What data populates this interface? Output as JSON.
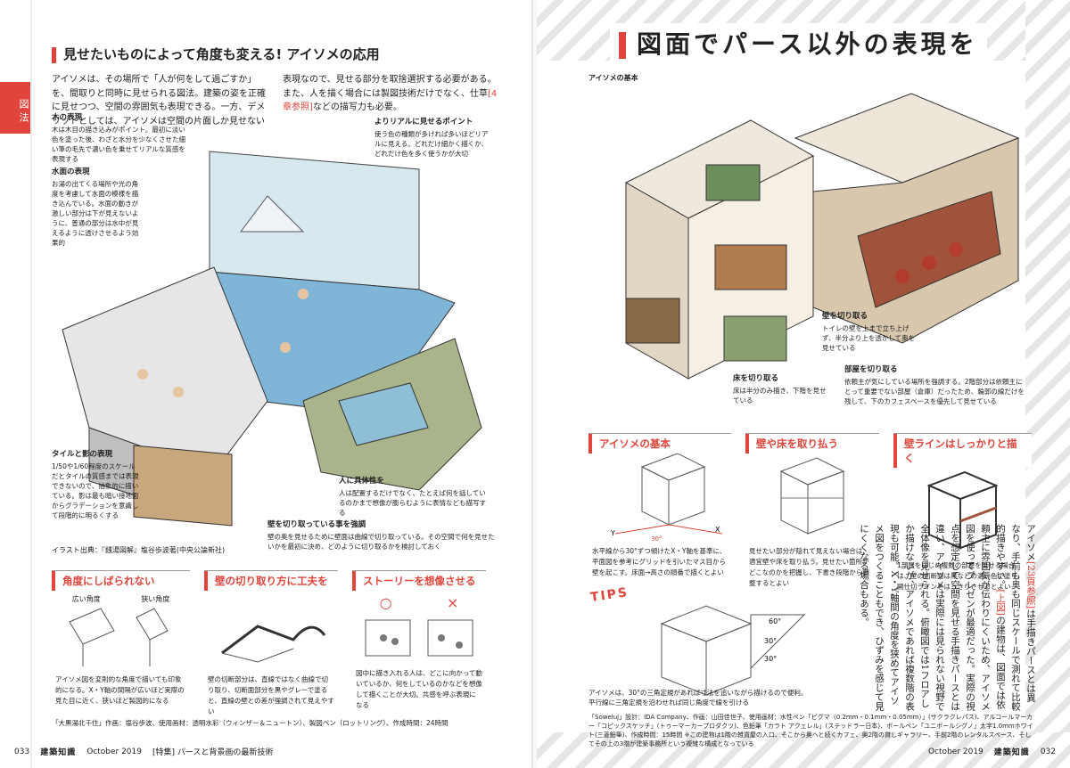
{
  "left": {
    "side_tab": "図法",
    "heading": "見せたいものによって角度も変える! アイソメの応用",
    "intro_1": "アイソメは、その場所で「人が何をして過ごすか」を、間取りと同時に見せられる図法。建築の姿を正確に見せつつ、空間の雰囲気も表現できる。一方、デメリットとしては、アイソ",
    "intro_2": "メは空間の片面しか見せない表現なので、見せる部分を取捨選択する必要がある。また、人を描く場合には製図技術だけでなく、仕草",
    "intro_ref": "[4章参照]",
    "intro_3": "などの描写力も必要。",
    "notes": [
      {
        "title": "木の表現",
        "text": "木は木目の描き込みがポイント。最初に淡い色を塗った後、わざと水分を少なくさせた細い筆の毛先で濃い色を乗せてリアルな質感を表現する"
      },
      {
        "title": "水面の表現",
        "text": "お湯の出てくる場所や光の角度を考慮して水面の模様を描き込んでいる。水面の動きが激しい部分は下が見えないように、普通の部分は水中が見えるように透けさせるよう効果的"
      },
      {
        "title": "よりリアルに見せるポイント",
        "text": "使う色の種類が多ければ多いほどリアルに見える。どれだけ細かく描くか、どれだけ色を多く使うかが大切"
      },
      {
        "title": "タイルと影の表現",
        "text": "1/50や1/60程度のスケールだとタイルの質感までは表現できないので、抽象的に描いている。影は最も暗い接地面からグラデーションを意識して段階的に明るくする"
      },
      {
        "title": "人に具体性を",
        "text": "人は配置するだけでなく、たとえば何を話しているのかまで想像が膨らむように表情なども描写する"
      },
      {
        "title": "壁を切り取っている事を強調",
        "text": "壁の奥を見せるために壁面は曲線で切り取っている。その空間で何を見せたいかを最初に決め、どのように切り取るかを検討しておく"
      }
    ],
    "illust_credit": "イラスト出典：『銭湯図解』塩谷歩波著(中央公論新社)",
    "boxes": [
      {
        "title": "角度にしばられない",
        "sub1": "広い角度",
        "sub2": "狭い角度",
        "desc": "アイソメ図を変則的な角度で描いても印象的になる。X・Y軸の間隔が広いほど実際の見た目に近く、狭いほど製図的になる"
      },
      {
        "title": "壁の切り取り方に工夫を",
        "desc": "壁の切断部分は、直線ではなく曲線で切り取り、切断面部分を黒やグレーで塗ると、直線の壁との差が強調されて見えやすい"
      },
      {
        "title": "ストーリーを想像させる",
        "ok": "○",
        "ng": "×",
        "desc": "図中に描き入れる人は、どこに向かって動いているか、何をしているのかなどを想像して描くことが大切。共感を呼ぶ表現になる"
      }
    ],
    "bottom_credit": "「大黒湯北千住」作画：塩谷歩波、使用画材：透明水彩（ウィンザー＆ニュートン）、製図ペン（ロットリング）、作成時間：24時間",
    "footer_page": "033",
    "footer_mag": "建築知識",
    "footer_date": "October 2019",
    "footer_text": "[特集] パースと背景画の最新技術"
  },
  "right": {
    "title": "図面でパース以外の表現を",
    "subtitle": "アイソメの基本",
    "labels": [
      {
        "title": "壁を切り取る",
        "text": "トイレの壁を上まで立ち上げず、半分より上を透かして奥を見せている"
      },
      {
        "title": "床を切り取る",
        "text": "床は半分のみ描き、下階を見せている"
      },
      {
        "title": "部屋を切り取る",
        "text": "依頼主が気にしている場所を強調する。2階部分は依頼主にとって重要でない部屋（倉庫）だったため、輪郭の線だけを残して、下のカフェスペースを優先して見せている"
      }
    ],
    "boxes": [
      {
        "title": "アイソメの基本",
        "x": "X",
        "y": "Y",
        "angle": "30°",
        "desc": "水平線から30°ずつ傾けたX・Y軸を基準に、平面図を参考にグリッドを引いたマス目から壁を起こす。床面→高さの順番で描くとよい"
      },
      {
        "title": "壁や床を取り払う",
        "desc": "見せたい部分が隠れて見えない場合は、適宜壁や床を取り払う。見せたい箇所がどこなのかを把握し、下書き段階から調整するとよい"
      },
      {
        "title": "壁ラインはしっかりと描く",
        "desc": "1部屋をはじめ複数の部屋を見せる場合は、壁の切断面は黒などの濃い色で塗り、開仕切ラインをはっきりさせるとよい"
      }
    ],
    "tips": "TIPS",
    "tips_angles": [
      "60°",
      "30°",
      "30°"
    ],
    "tips_caption": "アイソメは、30°の三角定規があれば寸法を追いながら描けるので便利。平行線に三角定規を沿わせれば同じ角度で線を引ける",
    "vertical_1": "アイソメ",
    "vertical_ref1": "[23頁参照]",
    "vertical_2": "は手描きパースとは異なり、手前も奥も同じスケールで測れて比較的描きやすい。",
    "vertical_ref2": "[上図]",
    "vertical_3": "の建物は、図面では依頼主に雰囲気が伝わりにくいため、アイソメ図を使ってプレゼンが最適だった。実際の視点を想定して空間を見せる手描きパースとは違い、アイソメは実際には見られない視野で全体像を見せられる。俯瞰図では1フロアしか描けないが、アイソメであれば複数階の表現も可能。X・Y軸間の角度を狭めてアイソメ図をつくることもでき、ひずみを感じて見にくくなる場合もある。",
    "bottom_credit": "「Soweluj」設計：IDA Company、作画：山田佳世子、使用画材：水性ペン「ピグマ（0.2mm・0.1mm・0.05mm）」(サクラクレパス)、アルコールマーカー「コピックスケッチ」(トゥーマーカープロダクツ)、色鉛筆「カラト アクェレル」(ステッドラー日本)、ボールペン「ユニボールシグノ」太字1.0mmホワイト(三菱鉛筆)、作成時間：15時間 ※この建物は1階の雑貨屋の入口、そこから奥へと続くカフェ、奥2階の貸しギャラリー、手前2階のレンタルスペース、そしてその上の3階が建築事務所という複雑な構成となっている",
    "footer_date": "October 2019",
    "footer_mag": "建築知識",
    "footer_page": "032"
  }
}
